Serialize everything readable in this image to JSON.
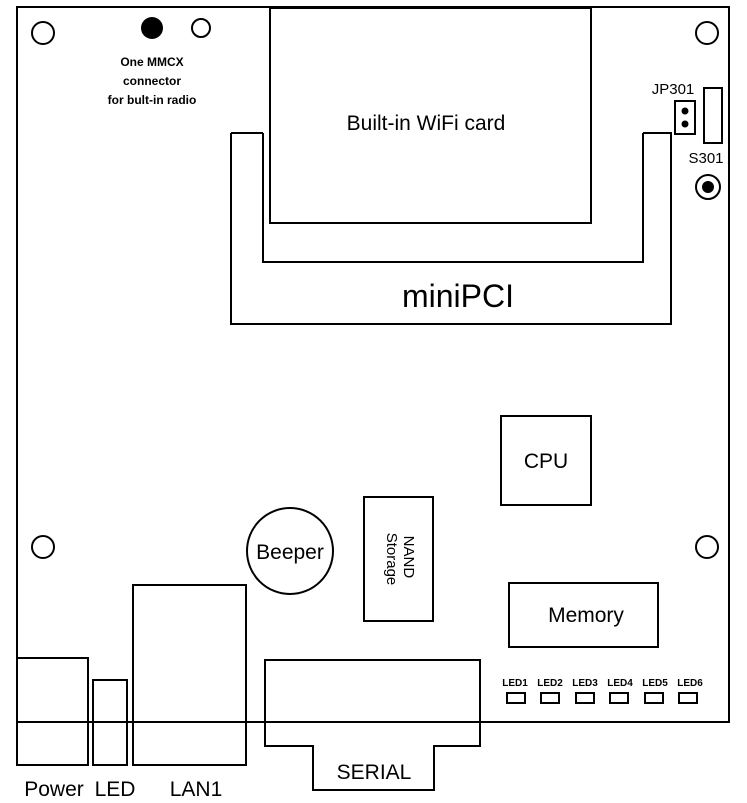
{
  "board": {
    "mmcx_caption": [
      "One MMCX",
      "connector",
      "for bult-in radio"
    ],
    "wifi_card_label": "Built-in WiFi card",
    "minipci_label": "miniPCI",
    "jumper_label": "JP301",
    "switch_label": "S301",
    "cpu_label": "CPU",
    "beeper_label": "Beeper",
    "nand_label_line1": "NAND",
    "nand_label_line2": "Storage",
    "memory_label": "Memory",
    "serial_label": "SERIAL",
    "power_label": "Power",
    "led_label": "LED",
    "lan_label": "LAN1",
    "status_leds": [
      "LED1",
      "LED2",
      "LED3",
      "LED4",
      "LED5",
      "LED6"
    ]
  }
}
